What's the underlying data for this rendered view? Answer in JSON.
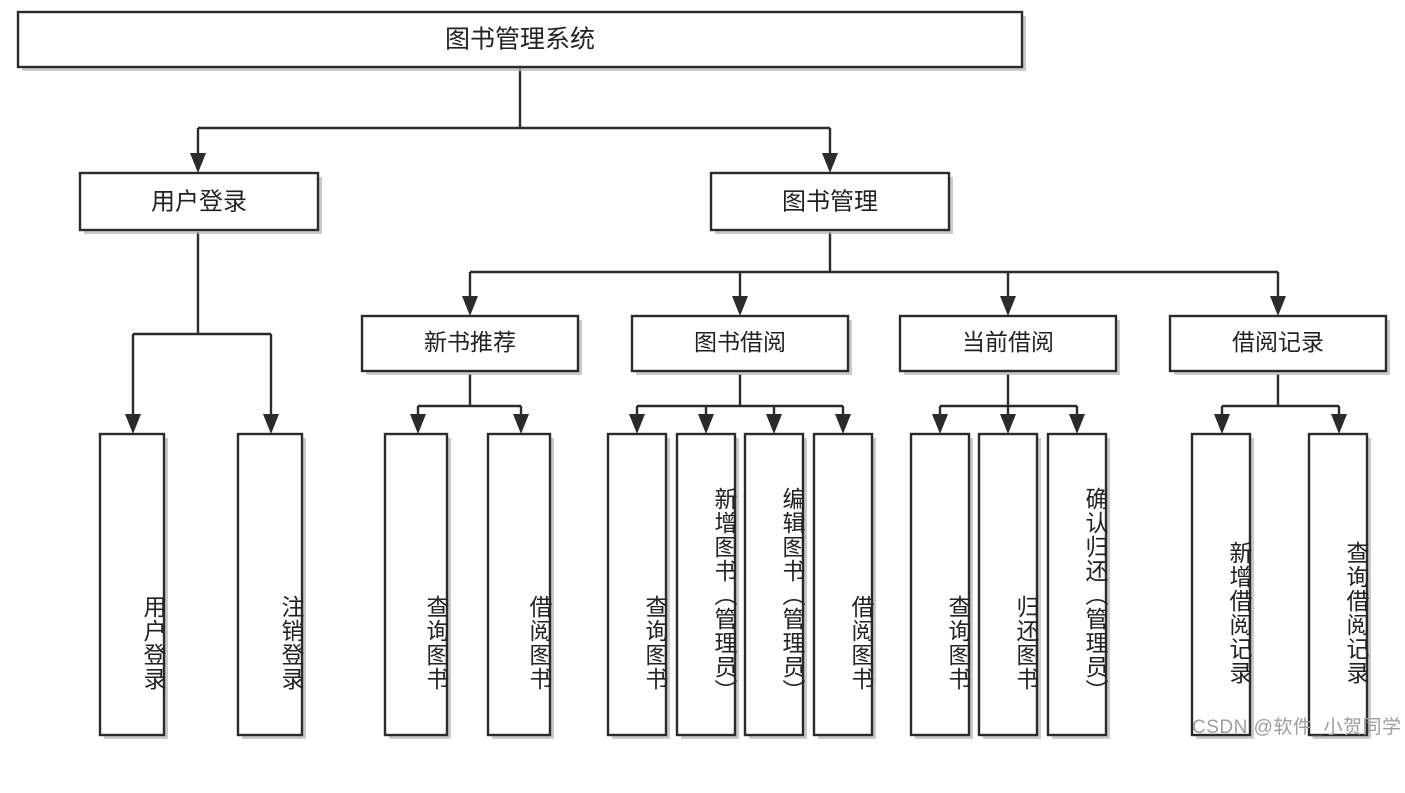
{
  "diagram": {
    "type": "tree",
    "title": "图书管理系统",
    "orientation": "top-down",
    "levels": 4,
    "colors": {
      "stroke": "#2b2b2b",
      "fill": "#ffffff",
      "text": "#222222",
      "shadow": "#b8b8b8",
      "watermark": "#9d9d9d"
    }
  },
  "root": {
    "label": "图书管理系统"
  },
  "level2": [
    {
      "label": "用户登录"
    },
    {
      "label": "图书管理"
    }
  ],
  "level3": [
    {
      "label": "新书推荐"
    },
    {
      "label": "图书借阅"
    },
    {
      "label": "当前借阅"
    },
    {
      "label": "借阅记录"
    }
  ],
  "leaves": {
    "user_login": [
      {
        "label": "用户登录"
      },
      {
        "label": "注销登录"
      }
    ],
    "new_book": [
      {
        "label": "查询图书"
      },
      {
        "label": "借阅图书"
      }
    ],
    "book_borrow": [
      {
        "label": "查询图书"
      },
      {
        "label": "新增图书（管理员）"
      },
      {
        "label": "编辑图书（管理员）"
      },
      {
        "label": "借阅图书"
      }
    ],
    "current_borrow": [
      {
        "label": "查询图书"
      },
      {
        "label": "归还图书"
      },
      {
        "label": "确认归还（管理员）"
      }
    ],
    "borrow_record": [
      {
        "label": "新增借阅记录"
      },
      {
        "label": "查询借阅记录"
      }
    ]
  },
  "watermark": {
    "text": "CSDN @软件_小贺同学"
  }
}
